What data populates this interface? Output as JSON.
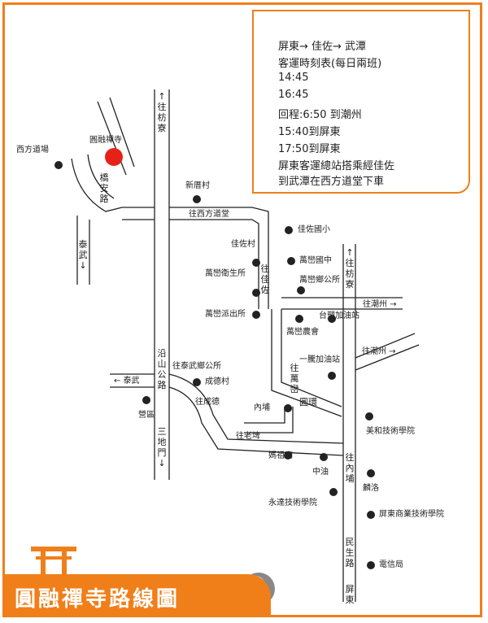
{
  "guide": {
    "title": [
      "交",
      "通",
      "指",
      "南"
    ],
    "lines": [
      "屏東→ 佳佐→ 武潭",
      "客運時刻表(每日兩班)",
      "14:45",
      "16:45",
      "回程:6:50 到潮州",
      "15:40到屏東",
      "17:50到屏東",
      "屏東客運總站搭乘經佳佐",
      "到武潭在西方道堂下車"
    ]
  },
  "banner_title": "圓融禪寺路線圖",
  "labels": {
    "temple": "圓融禪寺",
    "xifang": "西方道場",
    "jiayi_primary": "佳佐國小",
    "jiazuo_village": "佳佐村",
    "xinpi": "新厝村",
    "wanluan_health": "萬巒衛生所",
    "wanluan_police": "萬巒派出所",
    "wanluan_primary": "萬巒國中",
    "wanluan_office": "萬巒鄉公所",
    "taiwu_office": "往泰武鄉公所",
    "chengde": "成德村",
    "neipu": "內埔",
    "yingqu": "營區",
    "mazu": "媽祖廟",
    "zhongyou": "中油",
    "yongda": "永達技術學院",
    "meihe": "美和技術學院",
    "linluo": "麟洛",
    "pingshang": "屏東商業技術學院",
    "telecom": "電信局",
    "farm": "萬巒農會",
    "gas1": "台塑加油站",
    "gas2": "一騰加油站",
    "west_road": "往西方道堂",
    "to_chaozhou": "往潮州 →",
    "to_taiwu": "← 泰武",
    "to_chaozhou2": "往潮州 →",
    "to_laopi": "往老埤",
    "to_chenggong": "往成德"
  },
  "vlabels": {
    "fangliao1": "↑往枋寮",
    "fangliao2": "↑往枋寮",
    "anqiao": "橋安路",
    "taiwu_down": "泰武↓",
    "yanshan": "沿山公路",
    "sandi": "三地門↓",
    "wang_jia": "往佳佐",
    "wan": "往萬巒",
    "neipu_v": "往內埔",
    "minsheng": "民生路",
    "pingdong": "屏東",
    "huanlu": "圓環"
  }
}
